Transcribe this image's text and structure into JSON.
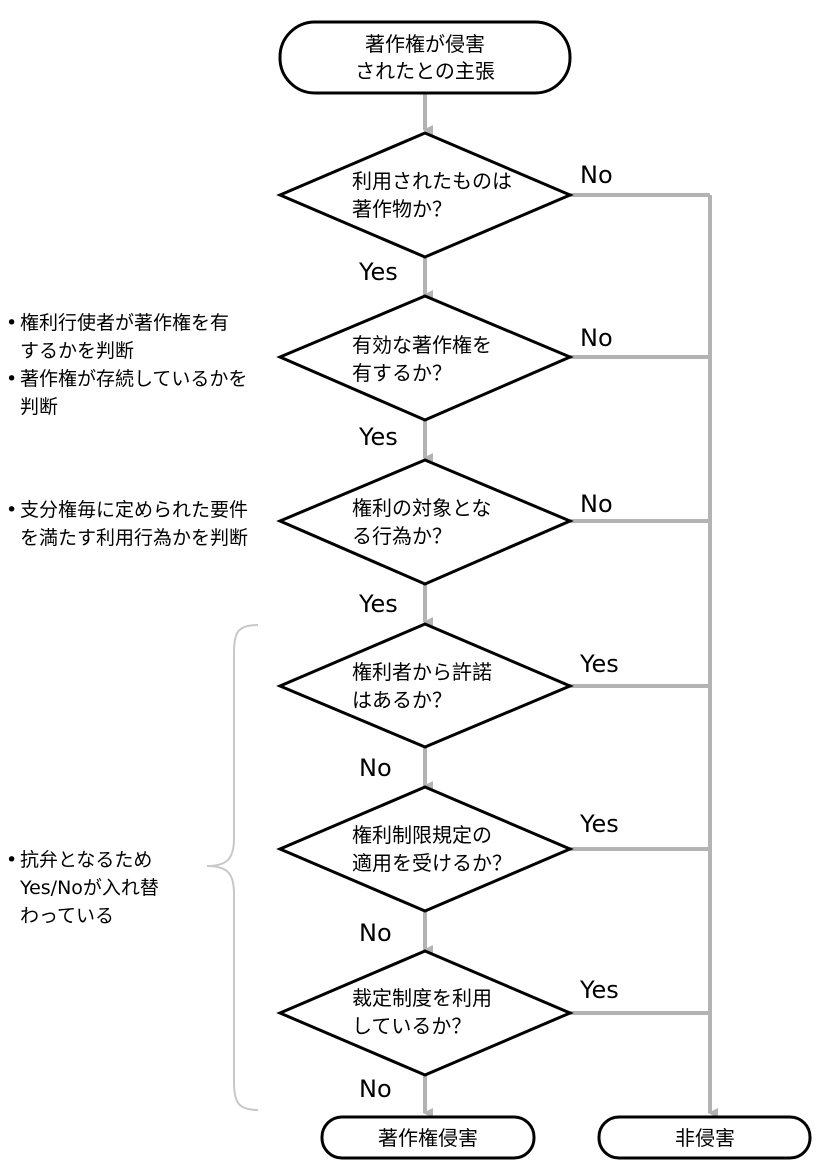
{
  "start": {
    "line1": "著作権が侵害",
    "line2": "されたとの主張"
  },
  "decisions": [
    {
      "line1": "利用されたものは",
      "line2": "著作物か？",
      "down_label": "Yes",
      "right_label": "No"
    },
    {
      "line1": "有効な著作権を",
      "line2": "有するか？",
      "down_label": "Yes",
      "right_label": "No"
    },
    {
      "line1": "権利の対象とな",
      "line2": "る行為か？",
      "down_label": "Yes",
      "right_label": "No"
    },
    {
      "line1": "権利者から許諾",
      "line2": "はあるか？",
      "down_label": "No",
      "right_label": "Yes"
    },
    {
      "line1": "権利制限規定の",
      "line2": "適用を受けるか？",
      "down_label": "No",
      "right_label": "Yes"
    },
    {
      "line1": "裁定制度を利用",
      "line2": "しているか？",
      "down_label": "No",
      "right_label": "Yes"
    }
  ],
  "end_infringement": "著作権侵害",
  "end_non_infringement": "非侵害",
  "notes": {
    "note1": {
      "line1": "権利行使者が著作権を有",
      "line2": "するかを判断"
    },
    "note2": {
      "line1": "著作権が存続しているかを",
      "line2": "判断"
    },
    "note3": {
      "line1": "支分権毎に定められた要件",
      "line2": "を満たす利用行為かを判断"
    },
    "note4": {
      "line1": "抗弁となるため",
      "line2": "Yes/Noが入れ替",
      "line3": "わっている"
    }
  },
  "colors": {
    "connector": "#b3b3b3",
    "outline": "#000000",
    "bracket": "#c8c8c8"
  }
}
